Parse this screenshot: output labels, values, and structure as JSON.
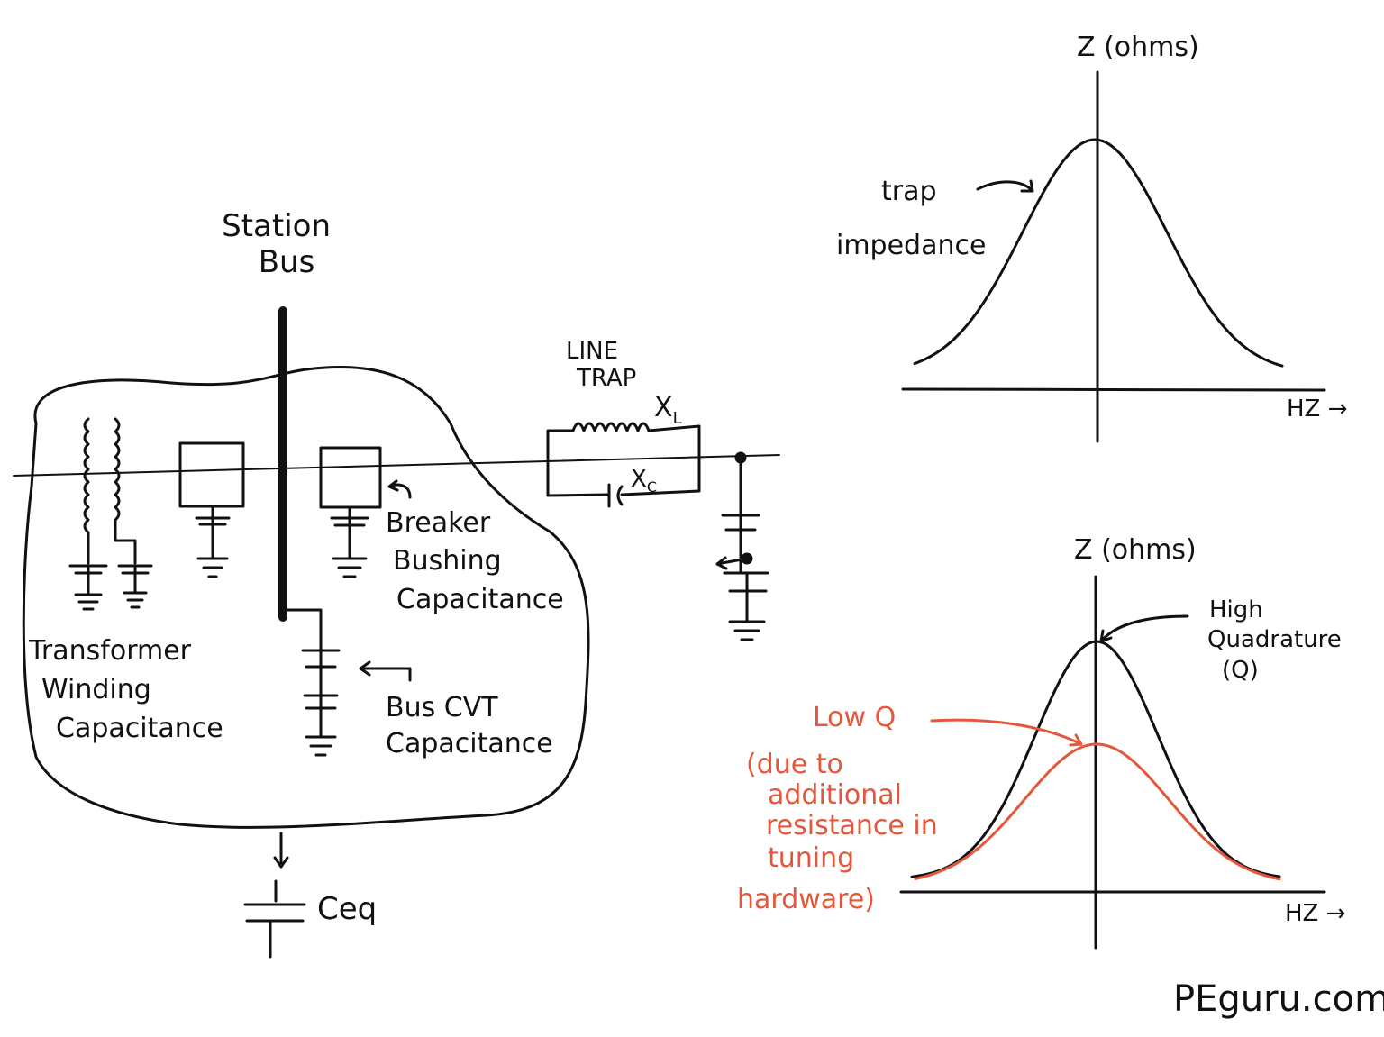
{
  "left_diagram": {
    "station_bus": [
      "Station",
      "Bus"
    ],
    "line_trap": [
      "LINE",
      "TRAP"
    ],
    "xl": "X",
    "xl_sub": "L",
    "xc": "X",
    "xc_sub": "C",
    "breaker": [
      "Breaker",
      "Bushing",
      "Capacitance"
    ],
    "transformer": [
      "Transformer",
      "Winding",
      "Capacitance"
    ],
    "bus_cvt": [
      "Bus CVT",
      "Capacitance"
    ],
    "ceq": "Ceq"
  },
  "top_chart": {
    "ylabel": "Z (ohms)",
    "xlabel": "HZ →",
    "annotation": [
      "trap",
      "impedance"
    ]
  },
  "bottom_chart": {
    "ylabel": "Z (ohms)",
    "xlabel": "HZ →",
    "high_q": [
      "High",
      "Quadrature",
      "(Q)"
    ],
    "low_q": [
      "Low Q",
      "(due to",
      "additional",
      "resistance in",
      "tuning",
      "hardware)"
    ]
  },
  "colors": {
    "ink": "#111111",
    "low_q": "#e4573a"
  },
  "footer": {
    "brand": "PEguru.com"
  }
}
